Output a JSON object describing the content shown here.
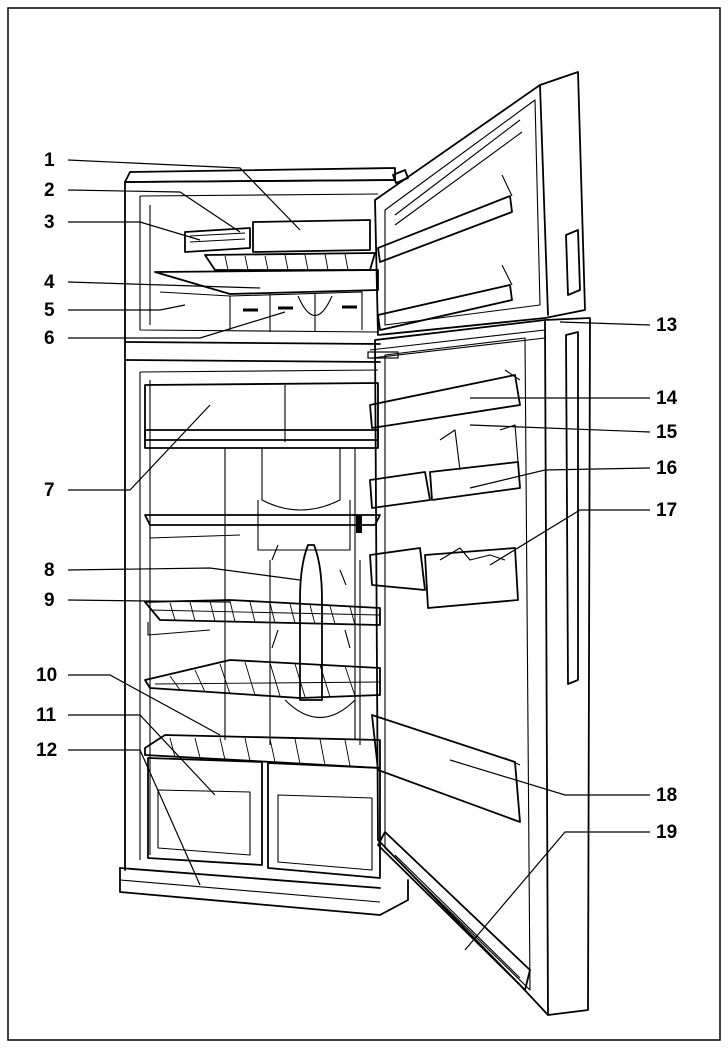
{
  "callouts": [
    {
      "id": "c1",
      "label": "1"
    },
    {
      "id": "c2",
      "label": "2"
    },
    {
      "id": "c3",
      "label": "3"
    },
    {
      "id": "c4",
      "label": "4"
    },
    {
      "id": "c5",
      "label": "5"
    },
    {
      "id": "c6",
      "label": "6"
    },
    {
      "id": "c7",
      "label": "7"
    },
    {
      "id": "c8",
      "label": "8"
    },
    {
      "id": "c9",
      "label": "9"
    },
    {
      "id": "c10",
      "label": "10"
    },
    {
      "id": "c11",
      "label": "11"
    },
    {
      "id": "c12",
      "label": "12"
    },
    {
      "id": "c13",
      "label": "13"
    },
    {
      "id": "c14",
      "label": "14"
    },
    {
      "id": "c15",
      "label": "15"
    },
    {
      "id": "c16",
      "label": "16"
    },
    {
      "id": "c17",
      "label": "17"
    },
    {
      "id": "c18",
      "label": "18"
    },
    {
      "id": "c19",
      "label": "19"
    }
  ]
}
